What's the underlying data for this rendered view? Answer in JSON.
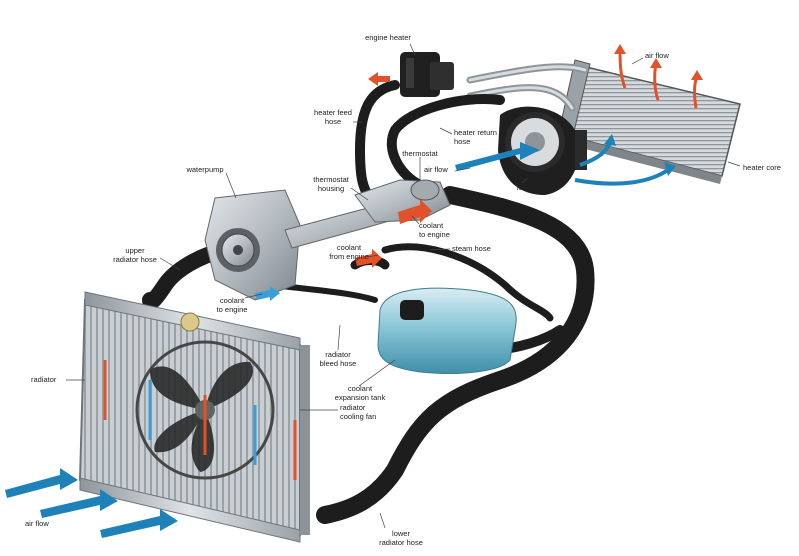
{
  "labels": {
    "engine_heater": "engine heater",
    "air_flow_top": "air flow",
    "heater_feed_hose": "heater feed\nhose",
    "heater_return_hose": "heater return\nhose",
    "thermostat": "thermostat",
    "air_flow_fan": "air flow",
    "fan": "fan",
    "heater_core": "heater core",
    "waterpump": "waterpump",
    "thermostat_housing": "thermostat\nhousing",
    "coolant_to_engine_top": "coolant\nto engine",
    "upper_radiator_hose": "upper\nradiator hose",
    "coolant_from_engine": "coolant\nfrom engine",
    "steam_hose": "steam hose",
    "coolant_to_engine_bottom": "coolant\nto engine",
    "radiator": "radiator",
    "radiator_bleed_hose": "radiator\nbleed hose",
    "coolant_expansion_tank": "coolant\nexpansion tank",
    "radiator_cooling_fan": "radiator\ncooling fan",
    "air_flow_bottom": "air flow",
    "lower_radiator_hose": "lower\nradiator hose"
  },
  "colors": {
    "hose": "#1d1d1d",
    "metal": "#b9bfc4",
    "coolant_tank": "#6fb6cc",
    "airflow_arrow": "#1e82b8",
    "hot_arrow": "#e2522a",
    "cool_arrow": "#3a9fd8"
  }
}
